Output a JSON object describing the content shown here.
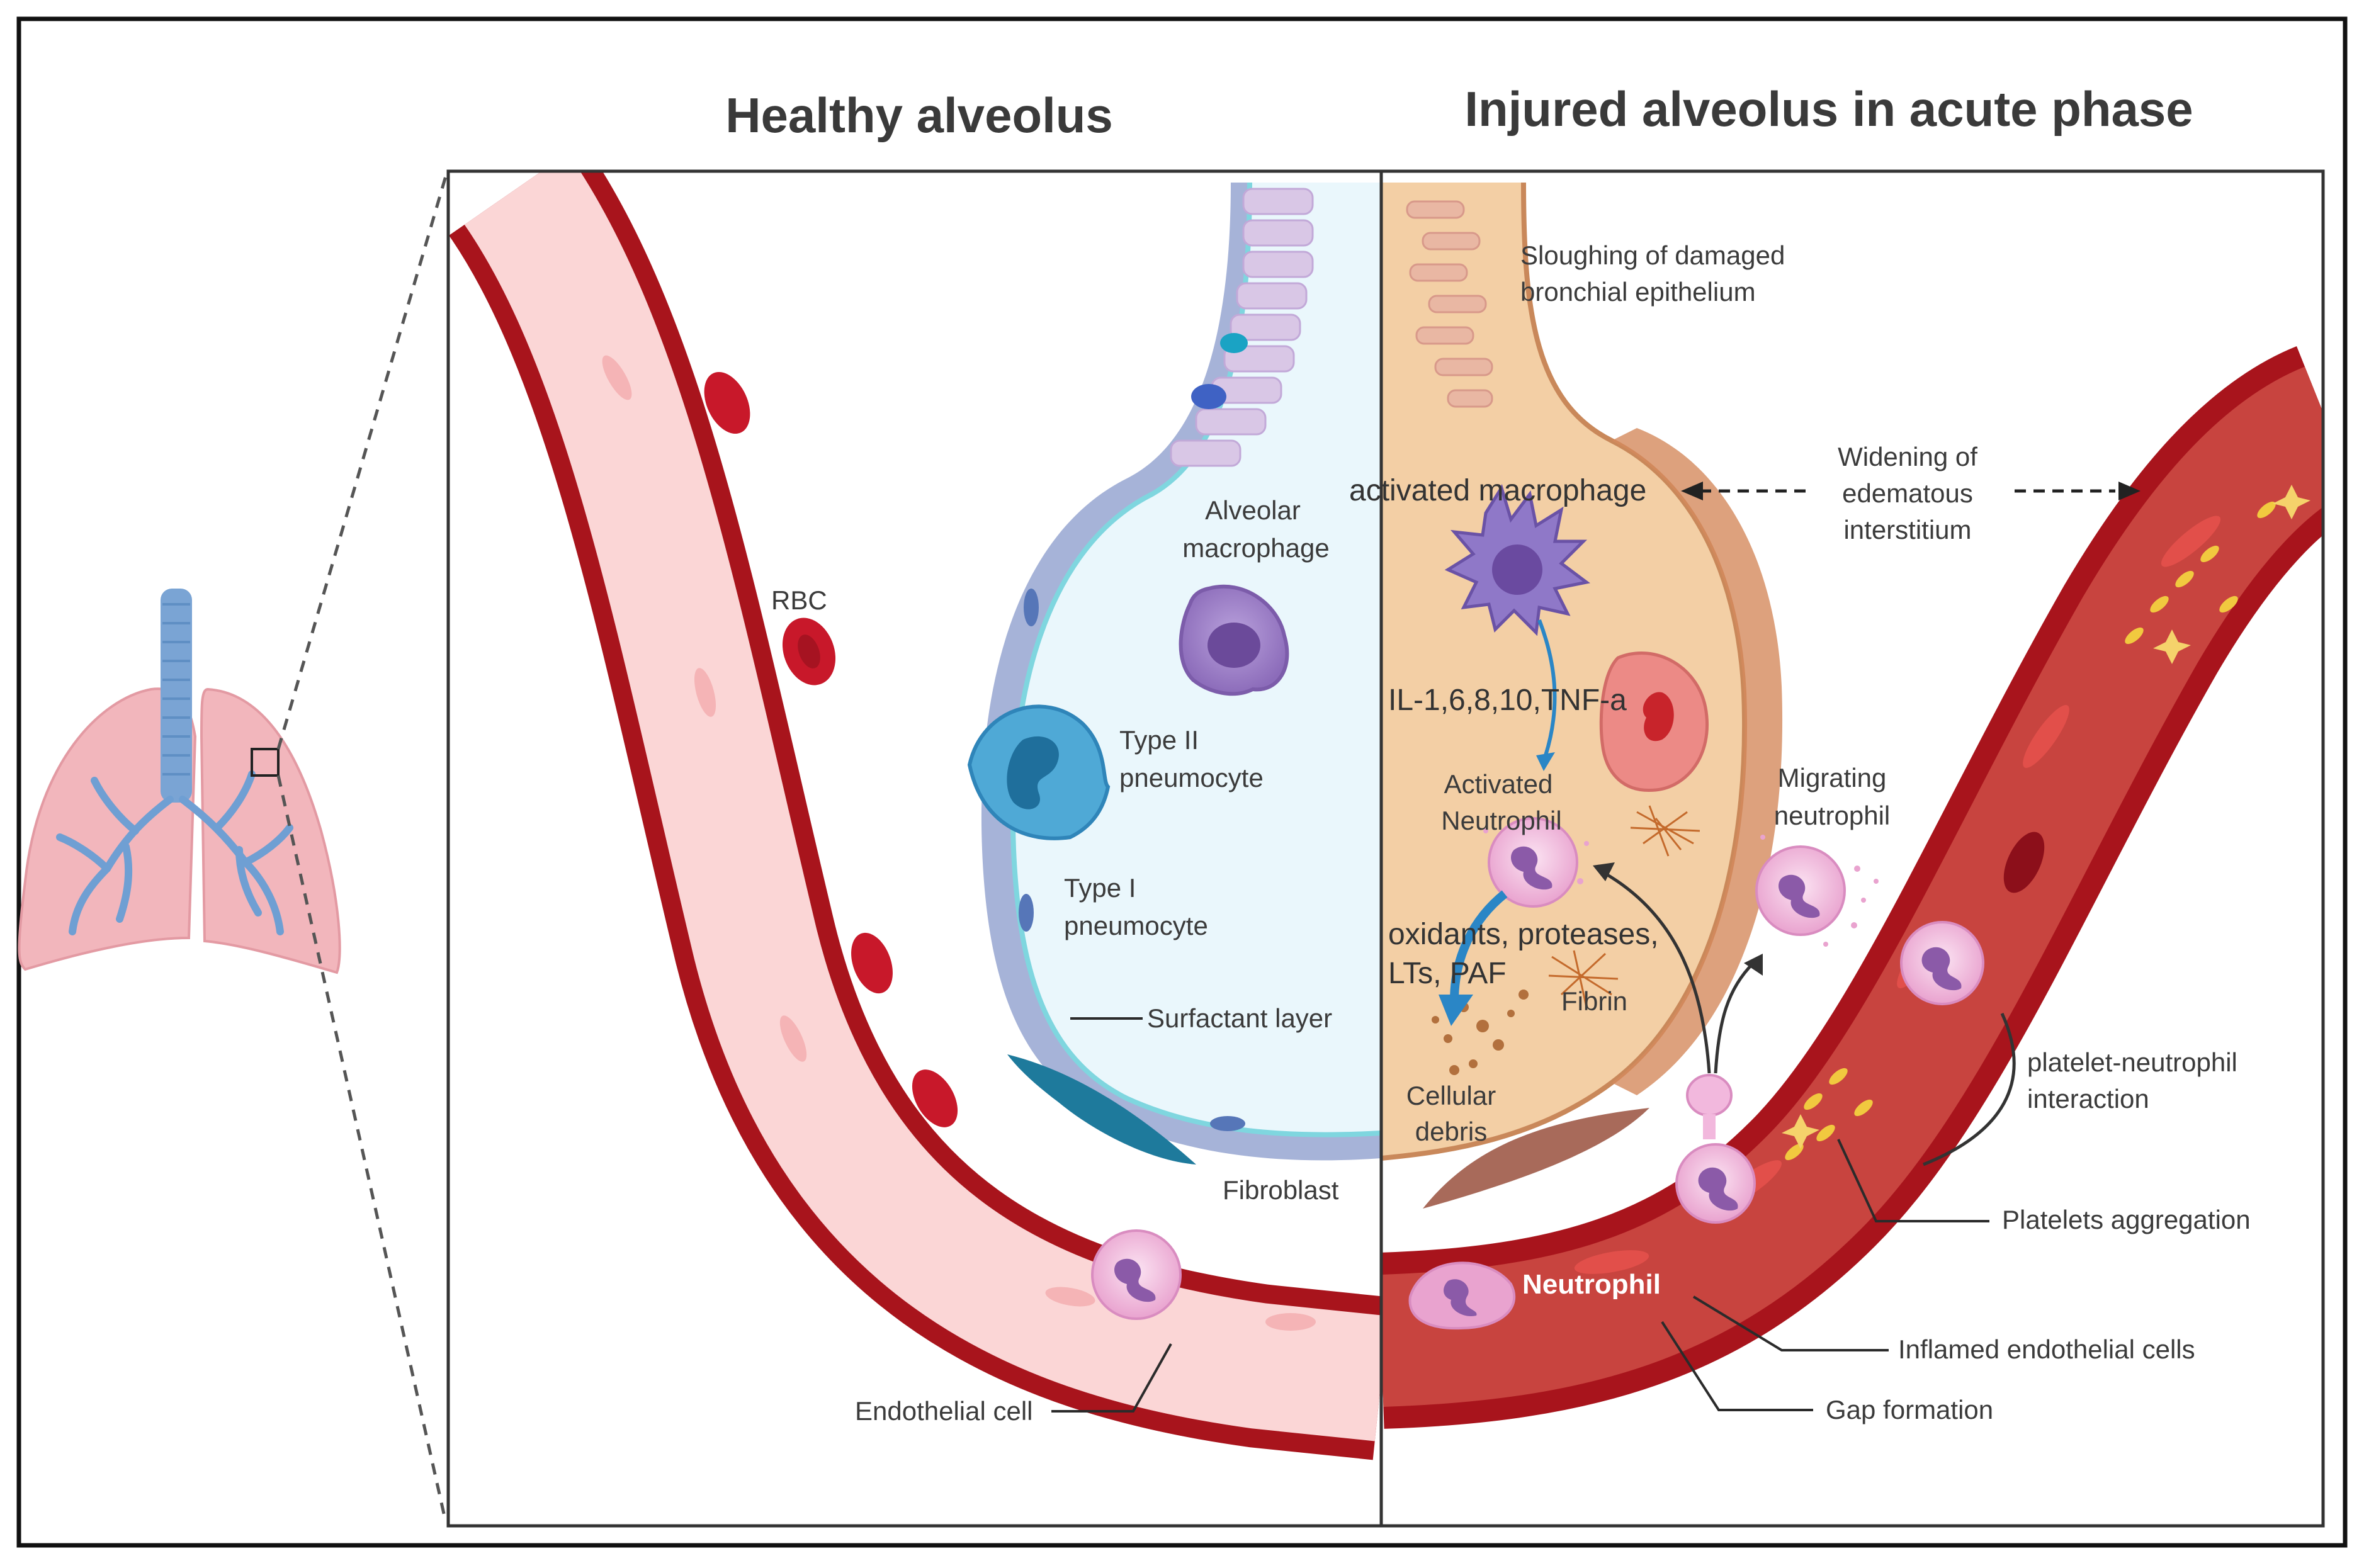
{
  "titles": {
    "healthy": "Healthy alveolus",
    "injured": "Injured alveolus in acute phase"
  },
  "labels": {
    "rbc": "RBC",
    "alveolar_macrophage_1": "Alveolar",
    "alveolar_macrophage_2": "macrophage",
    "type2_1": "Type II",
    "type2_2": "pneumocyte",
    "type1_1": "Type I",
    "type1_2": "pneumocyte",
    "surfactant": "Surfactant layer",
    "fibroblast": "Fibroblast",
    "endothelial": "Endothelial cell",
    "sloughing_1": "Sloughing of damaged",
    "sloughing_2": "bronchial epithelium",
    "widening_1": "Widening of",
    "widening_2": "edematous",
    "widening_3": "interstitium",
    "activated_macrophage": "activated macrophage",
    "cytokines": "IL-1,6,8,10,TNF-a",
    "activated_neutrophil_1": "Activated",
    "activated_neutrophil_2": "Neutrophil",
    "migrating_1": "Migrating",
    "migrating_2": "neutrophil",
    "oxidants_1": "oxidants, proteases,",
    "oxidants_2": "LTs, PAF",
    "fibrin": "Fibrin",
    "debris_1": "Cellular",
    "debris_2": "debris",
    "platelet_neutrophil_1": "platelet-neutrophil",
    "platelet_neutrophil_2": "interaction",
    "platelets_aggregation": "Platelets aggregation",
    "neutrophil": "Neutrophil",
    "inflamed": "Inflamed endothelial cells",
    "gap": "Gap formation"
  },
  "colors": {
    "vessel_outer": "#a8141c",
    "vessel_inner_healthy": "#fbd9d9",
    "vessel_inner_injured": "#c8443f",
    "rbc": "#c8182a",
    "alveolus_healthy": "#eaf7fc",
    "alveolus_injured": "#f3cfa5",
    "macrophage": "#9a7cc4",
    "pneumocyte2": "#5aaed6",
    "neutrophil": "#f2b8dd",
    "lung": "#f2b8bf",
    "trachea": "#7aa4d4"
  }
}
